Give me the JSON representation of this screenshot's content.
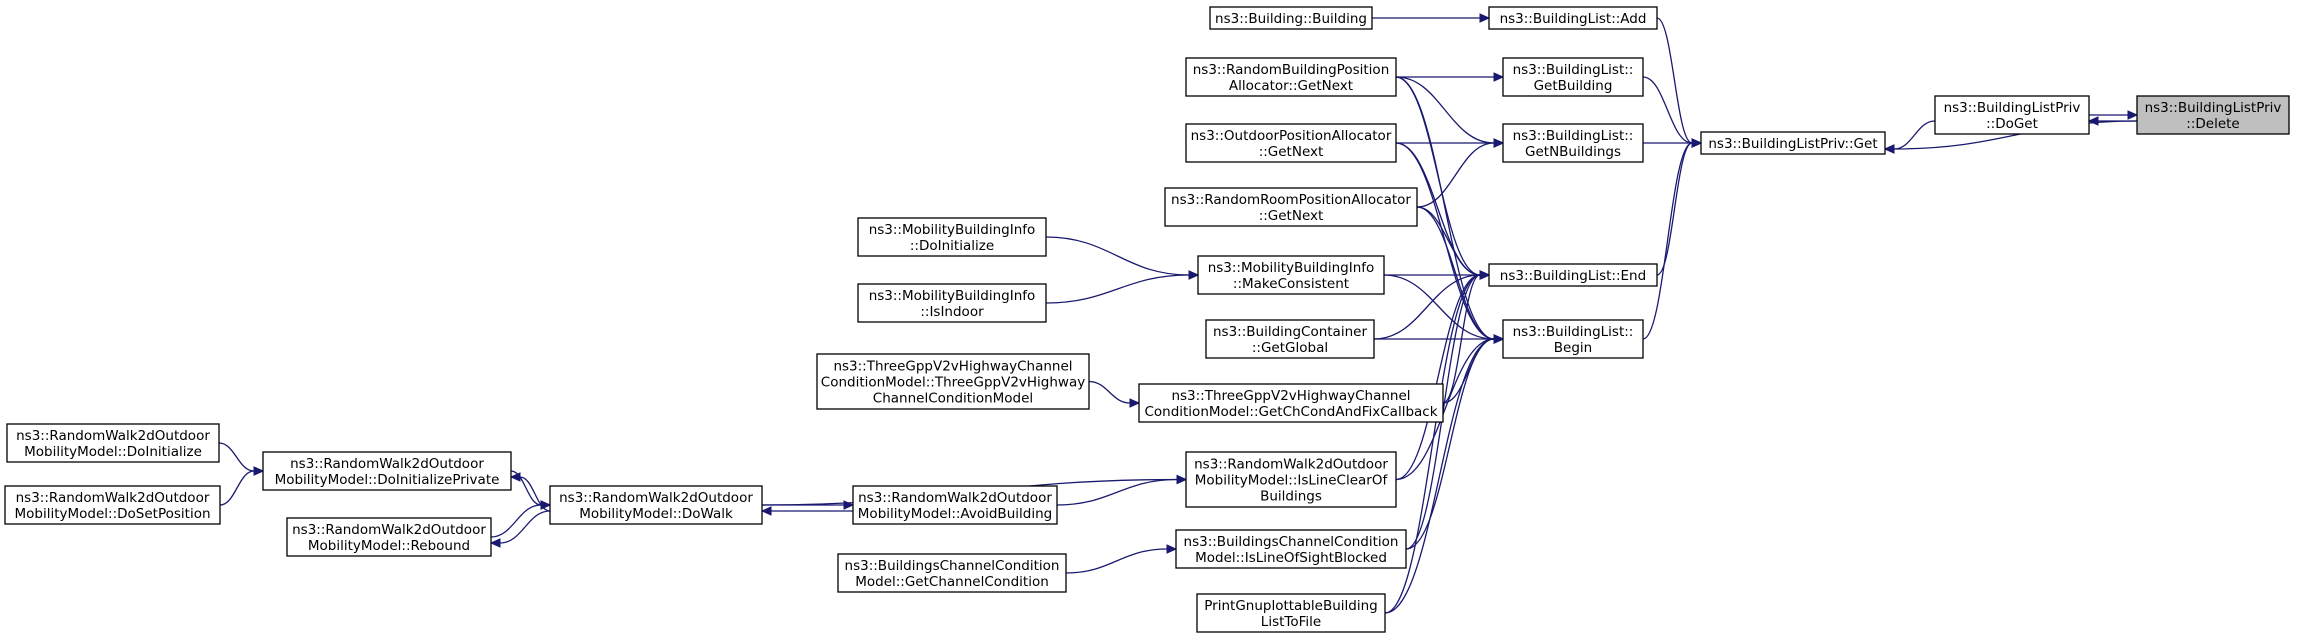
{
  "diagram": {
    "colors": {
      "edge": "#191970",
      "node_border": "#000000",
      "highlight_fill": "#bfbfbf",
      "background": "#ffffff"
    },
    "nodes": [
      {
        "id": "delete",
        "lines": [
          "ns3::BuildingListPriv",
          "::Delete"
        ],
        "highlight": true
      },
      {
        "id": "doget",
        "lines": [
          "ns3::BuildingListPriv",
          "::DoGet"
        ]
      },
      {
        "id": "get",
        "lines": [
          "ns3::BuildingListPriv::Get"
        ]
      },
      {
        "id": "add",
        "lines": [
          "ns3::BuildingList::Add"
        ]
      },
      {
        "id": "building",
        "lines": [
          "ns3::Building::Building"
        ]
      },
      {
        "id": "getbuilding",
        "lines": [
          "ns3::BuildingList::",
          "GetBuilding"
        ]
      },
      {
        "id": "getnbuildings",
        "lines": [
          "ns3::BuildingList::",
          "GetNBuildings"
        ]
      },
      {
        "id": "end",
        "lines": [
          "ns3::BuildingList::End"
        ]
      },
      {
        "id": "begin",
        "lines": [
          "ns3::BuildingList::",
          "Begin"
        ]
      },
      {
        "id": "rbpa",
        "lines": [
          "ns3::RandomBuildingPosition",
          "Allocator::GetNext"
        ]
      },
      {
        "id": "opa",
        "lines": [
          "ns3::OutdoorPositionAllocator",
          "::GetNext"
        ]
      },
      {
        "id": "rrpa",
        "lines": [
          "ns3::RandomRoomPositionAllocator",
          "::GetNext"
        ]
      },
      {
        "id": "mbi_mc",
        "lines": [
          "ns3::MobilityBuildingInfo",
          "::MakeConsistent"
        ]
      },
      {
        "id": "mbi_init",
        "lines": [
          "ns3::MobilityBuildingInfo",
          "::DoInitialize"
        ]
      },
      {
        "id": "mbi_indoor",
        "lines": [
          "ns3::MobilityBuildingInfo",
          "::IsIndoor"
        ]
      },
      {
        "id": "bc_global",
        "lines": [
          "ns3::BuildingContainer",
          "::GetGlobal"
        ]
      },
      {
        "id": "tg_ctor",
        "lines": [
          "ns3::ThreeGppV2vHighwayChannel",
          "ConditionModel::ThreeGppV2vHighway",
          "ChannelConditionModel"
        ]
      },
      {
        "id": "tg_get",
        "lines": [
          "ns3::ThreeGppV2vHighwayChannel",
          "ConditionModel::GetChCondAndFixCallback"
        ]
      },
      {
        "id": "rw_islc",
        "lines": [
          "ns3::RandomWalk2dOutdoor",
          "MobilityModel::IsLineClearOf",
          "Buildings"
        ]
      },
      {
        "id": "rw_avoid",
        "lines": [
          "ns3::RandomWalk2dOutdoor",
          "MobilityModel::AvoidBuilding"
        ]
      },
      {
        "id": "rw_dowalk",
        "lines": [
          "ns3::RandomWalk2dOutdoor",
          "MobilityModel::DoWalk"
        ]
      },
      {
        "id": "rw_doinitp",
        "lines": [
          "ns3::RandomWalk2dOutdoor",
          "MobilityModel::DoInitializePrivate"
        ]
      },
      {
        "id": "rw_rebound",
        "lines": [
          "ns3::RandomWalk2dOutdoor",
          "MobilityModel::Rebound"
        ]
      },
      {
        "id": "rw_doinit",
        "lines": [
          "ns3::RandomWalk2dOutdoor",
          "MobilityModel::DoInitialize"
        ]
      },
      {
        "id": "rw_setpos",
        "lines": [
          "ns3::RandomWalk2dOutdoor",
          "MobilityModel::DoSetPosition"
        ]
      },
      {
        "id": "bcc_islos",
        "lines": [
          "ns3::BuildingsChannelCondition",
          "Model::IsLineOfSightBlocked"
        ]
      },
      {
        "id": "bcc_get",
        "lines": [
          "ns3::BuildingsChannelCondition",
          "Model::GetChannelCondition"
        ]
      },
      {
        "id": "print",
        "lines": [
          "PrintGnuplottableBuilding",
          "ListToFile"
        ]
      }
    ],
    "edges": [
      [
        "delete",
        "doget"
      ],
      [
        "doget",
        "delete"
      ],
      [
        "doget",
        "get"
      ],
      [
        "delete",
        "get"
      ],
      [
        "add",
        "get"
      ],
      [
        "getbuilding",
        "get"
      ],
      [
        "getnbuildings",
        "get"
      ],
      [
        "end",
        "get"
      ],
      [
        "begin",
        "get"
      ],
      [
        "building",
        "add"
      ],
      [
        "rbpa",
        "getbuilding"
      ],
      [
        "rbpa",
        "getnbuildings"
      ],
      [
        "rbpa",
        "end"
      ],
      [
        "rbpa",
        "begin"
      ],
      [
        "opa",
        "getnbuildings"
      ],
      [
        "opa",
        "end"
      ],
      [
        "opa",
        "begin"
      ],
      [
        "rrpa",
        "getnbuildings"
      ],
      [
        "rrpa",
        "end"
      ],
      [
        "rrpa",
        "begin"
      ],
      [
        "mbi_mc",
        "end"
      ],
      [
        "mbi_mc",
        "begin"
      ],
      [
        "mbi_init",
        "mbi_mc"
      ],
      [
        "mbi_indoor",
        "mbi_mc"
      ],
      [
        "bc_global",
        "end"
      ],
      [
        "bc_global",
        "begin"
      ],
      [
        "tg_ctor",
        "tg_get"
      ],
      [
        "tg_get",
        "end"
      ],
      [
        "tg_get",
        "begin"
      ],
      [
        "rw_islc",
        "end"
      ],
      [
        "rw_islc",
        "begin"
      ],
      [
        "rw_avoid",
        "rw_islc"
      ],
      [
        "rw_avoid",
        "rw_dowalk"
      ],
      [
        "rw_dowalk",
        "rw_avoid"
      ],
      [
        "rw_dowalk",
        "rw_islc"
      ],
      [
        "rw_dowalk",
        "rw_doinitp"
      ],
      [
        "rw_dowalk",
        "rw_rebound"
      ],
      [
        "rw_doinitp",
        "rw_dowalk"
      ],
      [
        "rw_rebound",
        "rw_dowalk"
      ],
      [
        "rw_doinit",
        "rw_doinitp"
      ],
      [
        "rw_setpos",
        "rw_doinitp"
      ],
      [
        "bcc_islos",
        "end"
      ],
      [
        "bcc_islos",
        "begin"
      ],
      [
        "bcc_get",
        "bcc_islos"
      ],
      [
        "print",
        "end"
      ],
      [
        "print",
        "begin"
      ]
    ]
  }
}
